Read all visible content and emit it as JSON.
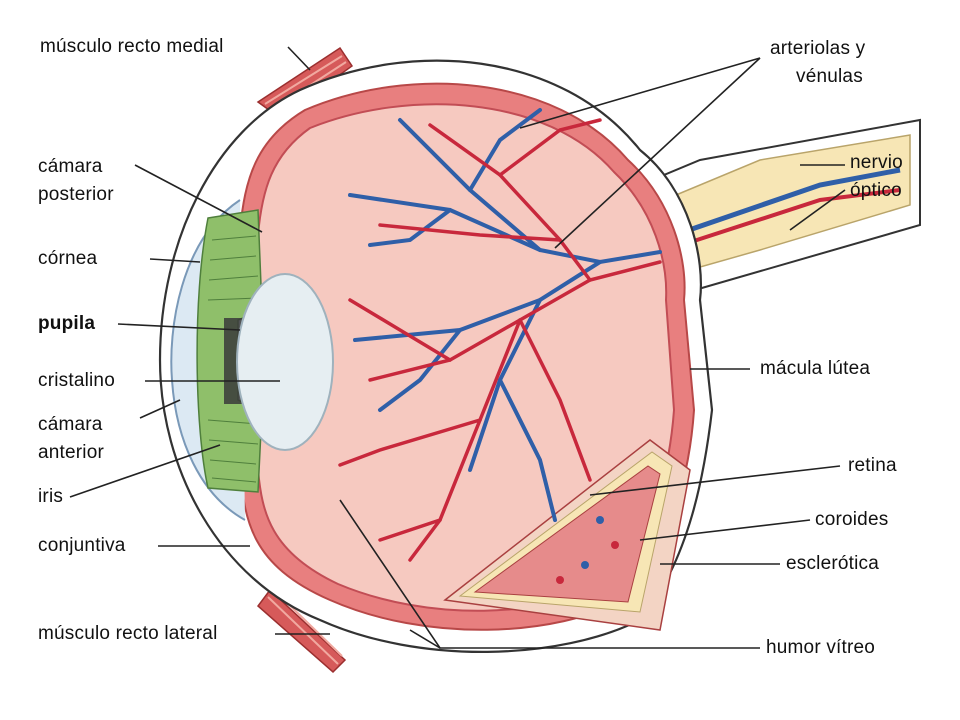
{
  "labels": {
    "musculo_recto_medial": "músculo recto medial",
    "camara_posterior_1": "cámara",
    "camara_posterior_2": "posterior",
    "cornea": "córnea",
    "pupila": "pupila",
    "cristalino": "cristalino",
    "camara_anterior_1": "cámara",
    "camara_anterior_2": "anterior",
    "iris": "iris",
    "conjuntiva": "conjuntiva",
    "musculo_recto_lateral": "músculo recto lateral",
    "arteriolas_1": "arteriolas y",
    "arteriolas_2": "vénulas",
    "nervio_1": "nervio",
    "nervio_2": "óptico",
    "macula": "mácula lútea",
    "retina": "retina",
    "coroides": "coroides",
    "esclerotica": "esclerótica",
    "humor_vitreo": "humor vítreo"
  },
  "colors": {
    "sclera_outline": "#333333",
    "vitreous": "#f6c9c0",
    "choroid": "#d94b5a",
    "artery": "#c8283c",
    "vein": "#2f5fa8",
    "iris": "#8fbf6a",
    "lens": "#dfe9ee",
    "optic_nerve": "#f7e6b5",
    "muscle": "#d65a5a"
  }
}
